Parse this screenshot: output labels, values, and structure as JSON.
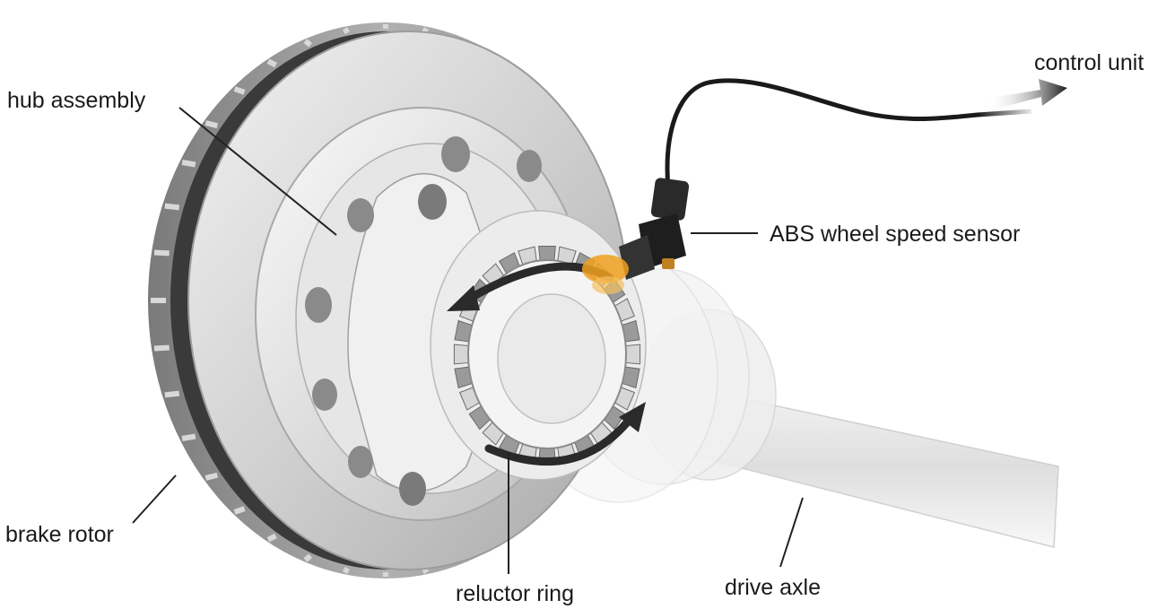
{
  "labels": {
    "hub_assembly": "hub assembly",
    "abs_sensor": "ABS wheel speed sensor",
    "control_unit": "control unit",
    "brake_rotor": "brake rotor",
    "reluctor_ring": "reluctor ring",
    "drive_axle": "drive axle"
  },
  "colors": {
    "sensor_highlight": "#f0a020",
    "metal": "#c8c8c8",
    "cable": "#1a1a1a",
    "rotation_arrow": "#2a2a2a"
  }
}
